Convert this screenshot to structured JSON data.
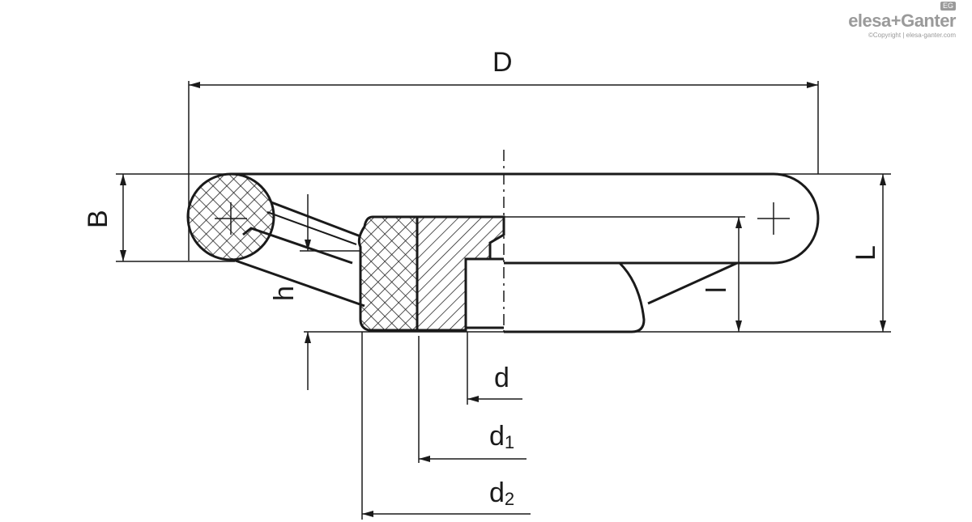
{
  "logo": {
    "brand": "elesa+Ganter",
    "copyright": "©Copyright | elesa-ganter.com",
    "badge": "EG"
  },
  "dimensions": {
    "D": "D",
    "B": "B",
    "L": "L",
    "h": "h",
    "l": "l",
    "d": "d",
    "d1_base": "d",
    "d1_sub": "1",
    "d2_base": "d",
    "d2_sub": "2"
  },
  "colors": {
    "line": "#1a1a1a",
    "logo": "#9a9a9a"
  }
}
